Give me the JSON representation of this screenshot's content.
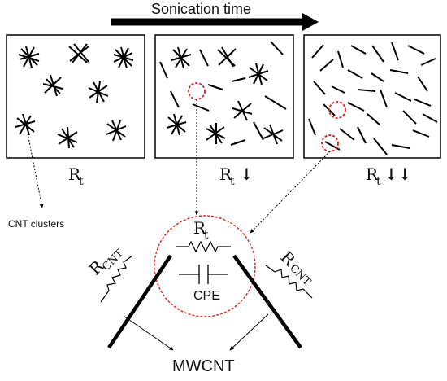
{
  "header": {
    "title": "Sonication time"
  },
  "panels": [
    {
      "label_main": "R",
      "label_sub": "t",
      "arrows": ""
    },
    {
      "label_main": "R",
      "label_sub": "t",
      "arrows": "↓"
    },
    {
      "label_main": "R",
      "label_sub": "t",
      "arrows": "↓↓"
    }
  ],
  "annotations": {
    "clusters": "CNT clusters"
  },
  "circuit": {
    "junction_main": "R",
    "junction_sub": "t",
    "cpe": "CPE",
    "left_main": "R",
    "left_sub": "CNT",
    "right_main": "R",
    "right_sub": "CNT",
    "bottom": "MWCNT"
  },
  "colors": {
    "ink": "#000000",
    "highlight": "#e02020"
  }
}
